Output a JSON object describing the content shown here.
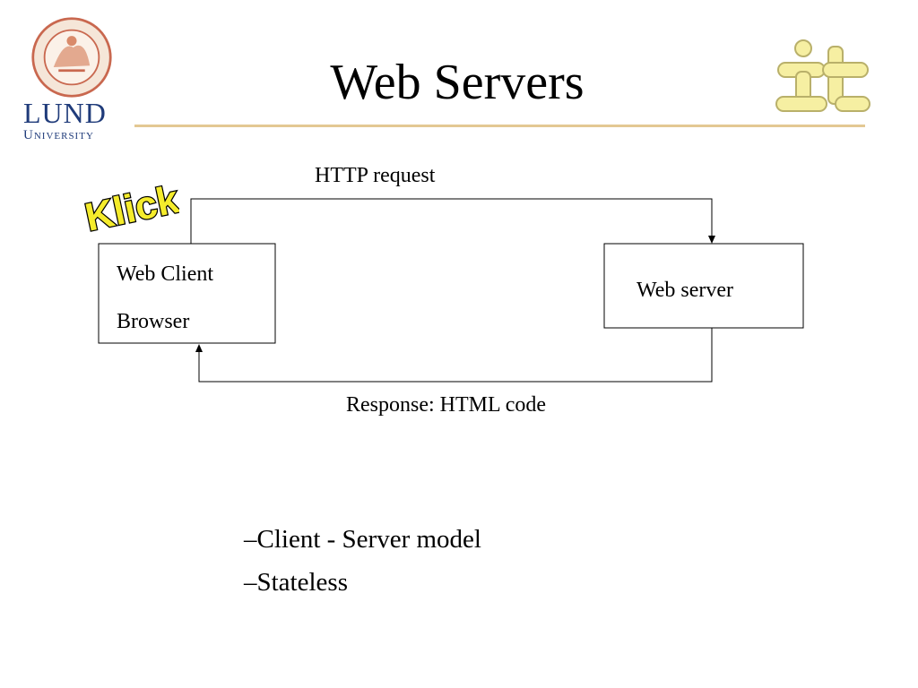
{
  "slide": {
    "title": "Web Servers",
    "logo": {
      "text_line1": "LUND",
      "text_line2": "University",
      "seal_colors": {
        "ring": "#c9684f",
        "fill": "#f5e6d8"
      }
    },
    "decor": {
      "it_logo_color": "#f6efa2",
      "klick_color": "#f5ec2c",
      "klick_text": "Klick"
    },
    "diagram": {
      "client_line1": "Web Client",
      "client_line2": "Browser",
      "server_label": "Web server",
      "request_label": "HTTP request",
      "response_label": "Response: HTML code"
    },
    "bullets": [
      "–Client - Server model",
      "–Stateless"
    ]
  }
}
